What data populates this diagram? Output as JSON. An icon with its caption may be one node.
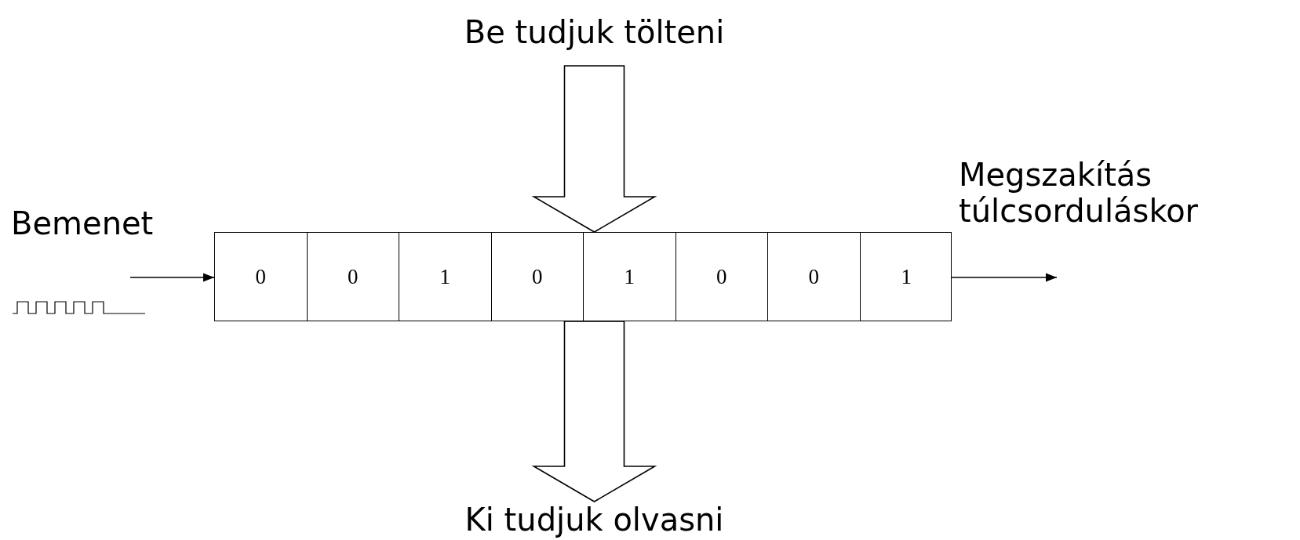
{
  "diagram": {
    "nodes": [
      {
        "text": [
          "Be tudjuk tölteni"
        ]
      },
      {
        "text": [],
        "shape": "box"
      },
      {
        "text": [
          "0"
        ],
        "in": 1
      },
      {
        "text": [
          "0"
        ],
        "in": 1
      },
      {
        "text": [
          "1"
        ],
        "in": 1
      },
      {
        "text": [
          "0"
        ],
        "in": 1
      },
      {
        "text": [
          "1"
        ],
        "in": 1
      },
      {
        "text": [
          "0"
        ],
        "in": 1
      },
      {
        "text": [
          "0"
        ],
        "in": 1
      },
      {
        "text": [
          "1"
        ],
        "in": 1
      },
      {
        "text": [
          "Bemenet"
        ]
      },
      {
        "text": [
          "Megszakítás túlcsorduláskor"
        ]
      },
      {
        "text": [
          "Ki tudjuk olvasni"
        ]
      }
    ],
    "edges": [
      {
        "from": 0,
        "to": 1,
        "arrow": "to",
        "style": "thick"
      },
      {
        "from": 1,
        "to": 12,
        "arrow": "to",
        "style": "thick"
      },
      {
        "from": 10,
        "to": 1,
        "arrow": "to"
      },
      {
        "from": 1,
        "to": 11,
        "arrow": "to"
      }
    ]
  }
}
